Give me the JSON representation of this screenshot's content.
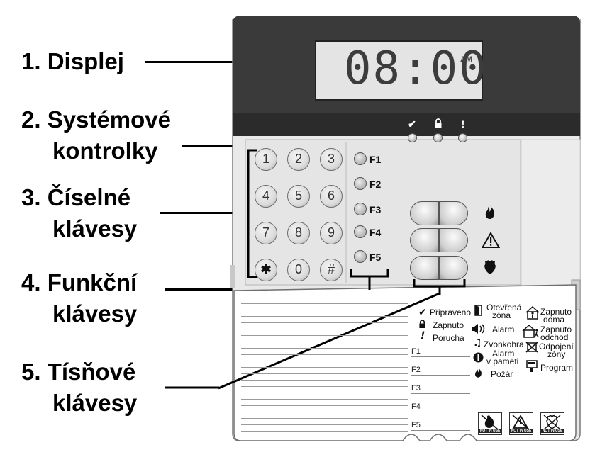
{
  "callouts": [
    {
      "id": "displej",
      "lines": [
        "1. Displej"
      ]
    },
    {
      "id": "kontrolky",
      "lines": [
        "2. Systémové",
        "kontrolky"
      ]
    },
    {
      "id": "ciselne",
      "lines": [
        "3. Číselné",
        "klávesy"
      ]
    },
    {
      "id": "funkcni",
      "lines": [
        "4. Funkční",
        "klávesy"
      ]
    },
    {
      "id": "tisnove",
      "lines": [
        "5. Tísňové",
        "klávesy"
      ]
    }
  ],
  "display": {
    "time": "08:00",
    "ampm": "AM"
  },
  "status_leds": [
    {
      "icon": "check-icon",
      "glyph": "✔"
    },
    {
      "icon": "lock-icon",
      "glyph": "🔒"
    },
    {
      "icon": "exclamation-icon",
      "glyph": "!"
    }
  ],
  "keypad": {
    "keys": [
      "1",
      "2",
      "3",
      "4",
      "5",
      "6",
      "7",
      "8",
      "9",
      "✱",
      "0",
      "#"
    ]
  },
  "function_keys": [
    "F1",
    "F2",
    "F3",
    "F4",
    "F5"
  ],
  "panic_icons": [
    "fire-icon",
    "warning-icon",
    "police-shield-icon"
  ],
  "legend": {
    "pripraveno": "Připraveno",
    "zapnuto": "Zapnuto",
    "porucha": "Porucha",
    "otevrena_zona": [
      "Otevřená",
      "zóna"
    ],
    "alarm": "Alarm",
    "zvonkohra": "Zvonkohra",
    "alarm_v_pameti": [
      "Alarm",
      "v paměti"
    ],
    "pozar": "Požár",
    "zapnuto_doma": [
      "Zapnuto",
      "doma"
    ],
    "zapnuto_odchod": [
      "Zapnuto",
      "odchod"
    ],
    "odpojeni_zony": [
      "Odpojení",
      "zóny"
    ],
    "program": "Program"
  },
  "f_slots": [
    "F1",
    "F2",
    "F3",
    "F4",
    "F5"
  ],
  "stickers": [
    "NOT IN USE",
    "NOT IN USE",
    "NOT IN USE"
  ],
  "colors": {
    "bezel": "#3a3a3a",
    "lcd": "#e4e4e4",
    "panel": "#e7e7e7"
  }
}
